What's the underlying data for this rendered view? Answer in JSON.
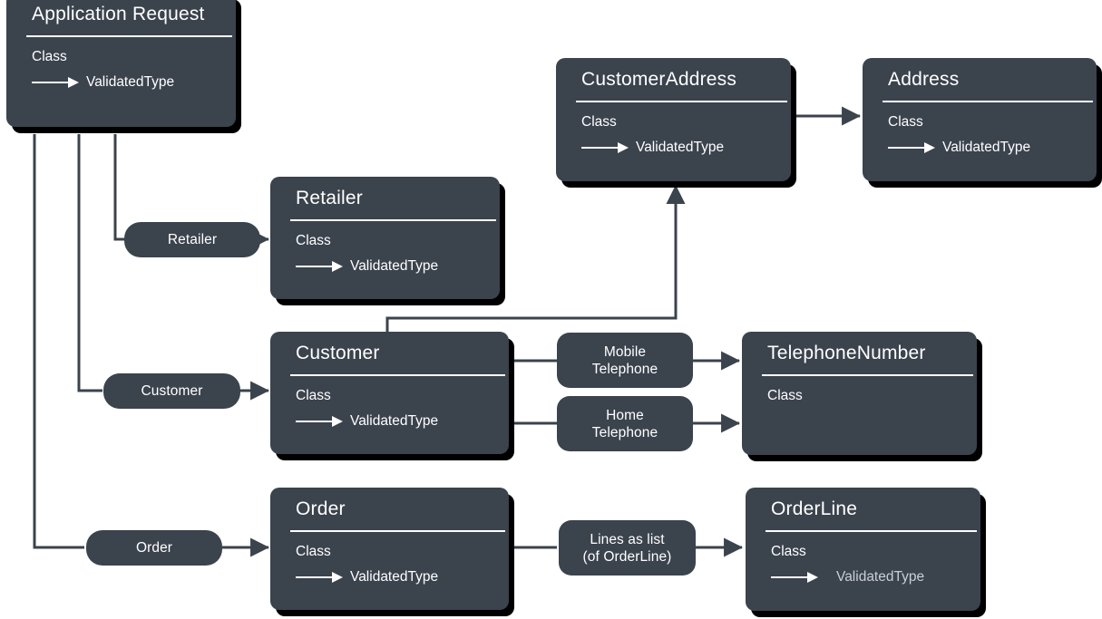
{
  "diagram": {
    "title": "Application Request class relationship diagram",
    "background_color": "#ffffff",
    "box_color": "#3b434d",
    "shadow_color": "#000000",
    "line_color": "#3b434d",
    "text_color": "#ffffff",
    "dim_text_color": "#c9ced6",
    "class_label": "Class",
    "validated_type_label": "ValidatedType"
  },
  "boxes": [
    {
      "id": "application-request",
      "title": "Application Request",
      "class_label": "Class",
      "validated_type": "ValidatedType",
      "has_validated_type": true
    },
    {
      "id": "retailer",
      "title": "Retailer",
      "class_label": "Class",
      "validated_type": "ValidatedType",
      "has_validated_type": true
    },
    {
      "id": "customer",
      "title": "Customer",
      "class_label": "Class",
      "validated_type": "ValidatedType",
      "has_validated_type": true
    },
    {
      "id": "order",
      "title": "Order",
      "class_label": "Class",
      "validated_type": "ValidatedType",
      "has_validated_type": true
    },
    {
      "id": "customer-address",
      "title": "CustomerAddress",
      "class_label": "Class",
      "validated_type": "ValidatedType",
      "has_validated_type": true
    },
    {
      "id": "address",
      "title": "Address",
      "class_label": "Class",
      "validated_type": "ValidatedType",
      "has_validated_type": true
    },
    {
      "id": "telephone-number",
      "title": "TelephoneNumber",
      "class_label": "Class",
      "validated_type": "",
      "has_validated_type": false
    },
    {
      "id": "order-line",
      "title": "OrderLine",
      "class_label": "Class",
      "validated_type": "ValidatedType",
      "has_validated_type": true
    }
  ],
  "labels": [
    {
      "id": "retailer-label",
      "text": "Retailer"
    },
    {
      "id": "customer-label",
      "text": "Customer"
    },
    {
      "id": "order-label",
      "text": "Order"
    },
    {
      "id": "mobile-telephone-label",
      "line1": "Mobile",
      "line2": "Telephone"
    },
    {
      "id": "home-telephone-label",
      "line1": "Home",
      "line2": "Telephone"
    },
    {
      "id": "lines-as-list-label",
      "line1": "Lines as list",
      "line2": "(of OrderLine)"
    }
  ]
}
